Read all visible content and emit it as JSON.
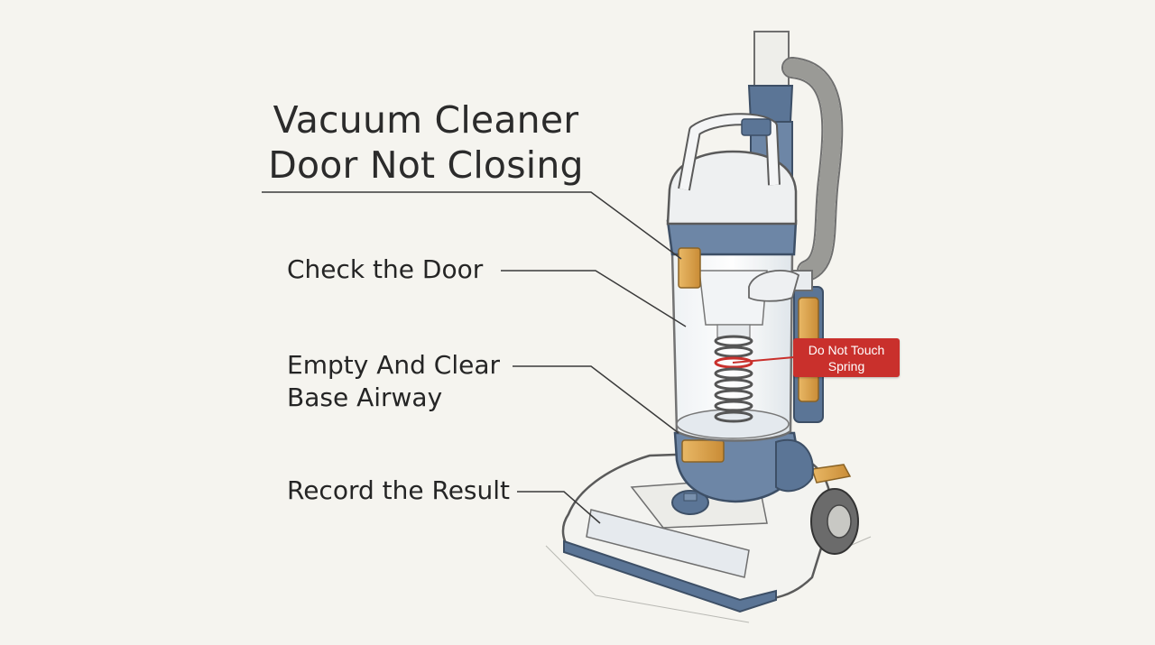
{
  "title": {
    "line1": "Vacuum Cleaner",
    "line2": "Door Not Closing"
  },
  "steps": [
    {
      "lines": [
        "Check the Door"
      ]
    },
    {
      "lines": [
        "Empty And Clear",
        "Base Airway"
      ]
    },
    {
      "lines": [
        "Record the Result"
      ]
    }
  ],
  "warning": {
    "line1": "Do Not Touch",
    "line2": "Spring"
  },
  "colors": {
    "background": "#f5f4ef",
    "accent_blue": "#5b7596",
    "accent_orange": "#d9a04a",
    "warning_red": "#c9302c"
  }
}
